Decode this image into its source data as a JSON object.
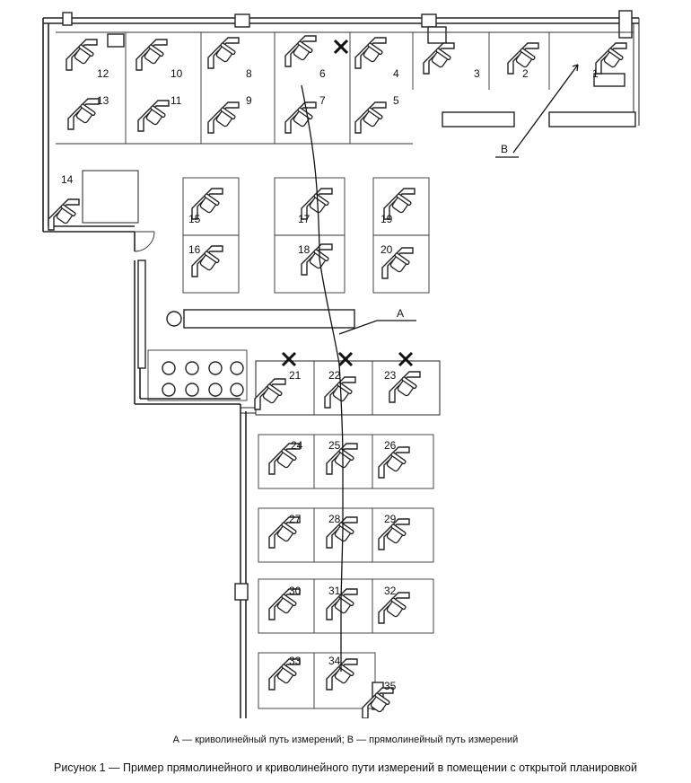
{
  "workstations": [
    "1",
    "2",
    "3",
    "4",
    "5",
    "6",
    "7",
    "8",
    "9",
    "10",
    "11",
    "12",
    "13",
    "14",
    "15",
    "16",
    "17",
    "18",
    "19",
    "20",
    "21",
    "22",
    "23",
    "24",
    "25",
    "26",
    "27",
    "28",
    "29",
    "30",
    "31",
    "32",
    "33",
    "34",
    "35"
  ],
  "path_labels": {
    "a": "A",
    "b": "B"
  },
  "legend": "А — криволинейный путь измерений; В — прямолинейный путь измерений",
  "figure_caption": "Рисунок  1 — Пример прямолинейного и криволинейного пути измерений в помещении с открытой планировкой"
}
